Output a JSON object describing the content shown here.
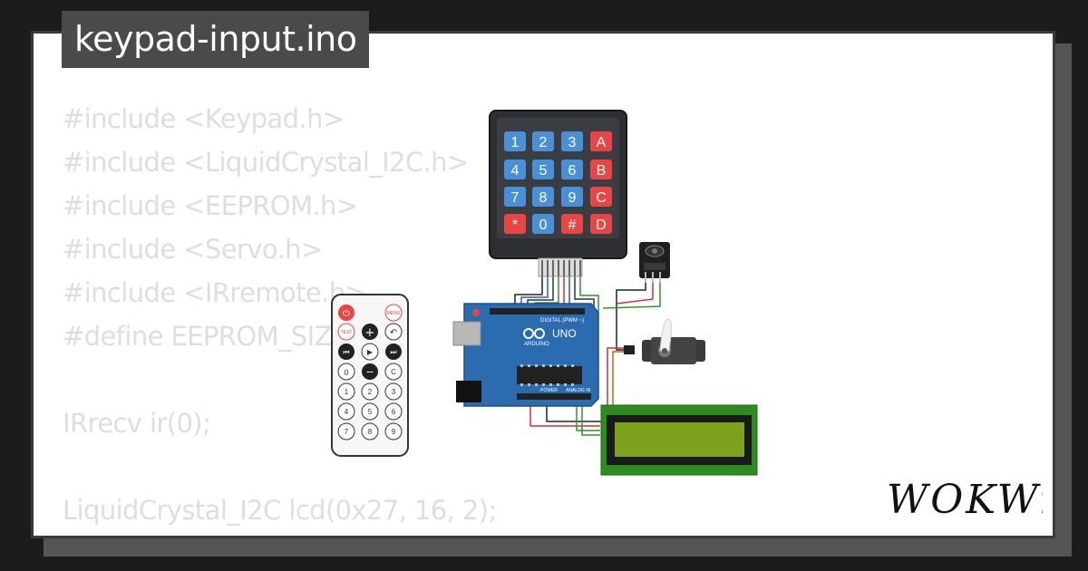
{
  "title": "keypad-input.ino",
  "code_lines": [
    "#include <Keypad.h>",
    "#include <LiquidCrystal_I2C.h>",
    "#include <EEPROM.h>",
    "#include <Servo.h>",
    "#include <IRremote.h>",
    "#define EEPROM_SIZE",
    "",
    "IRrecv ir(0);",
    "",
    "LiquidCrystal_I2C lcd(0x27, 16, 2);"
  ],
  "keypad": {
    "keys": [
      "1",
      "2",
      "3",
      "A",
      "4",
      "5",
      "6",
      "B",
      "7",
      "8",
      "9",
      "C",
      "*",
      "0",
      "#",
      "D"
    ]
  },
  "arduino": {
    "brand": "ARDUINO",
    "model": "UNO",
    "digital_label": "DIGITAL (PWM ~)",
    "power_label": "POWER",
    "analog_label": "ANALOG IN"
  },
  "remote": {
    "top_buttons": [
      "",
      "MENU"
    ],
    "row2": [
      "TEST",
      "+",
      ""
    ],
    "row3": [
      "",
      "",
      ""
    ],
    "row4": [
      "0",
      "−",
      "C"
    ],
    "digits": [
      "1",
      "2",
      "3",
      "4",
      "5",
      "6",
      "7",
      "8",
      "9"
    ]
  },
  "logo": "WOKWi",
  "colors": {
    "background": "#1c1c1c",
    "card": "#ffffff",
    "title_bg": "#4a4a4a",
    "code_text": "#dedede",
    "key_blue": "#4a90d9",
    "key_red": "#e84545",
    "board_blue": "#2b6cb0",
    "lcd_green": "#2e8b1e",
    "lcd_screen": "#7ba11d"
  }
}
